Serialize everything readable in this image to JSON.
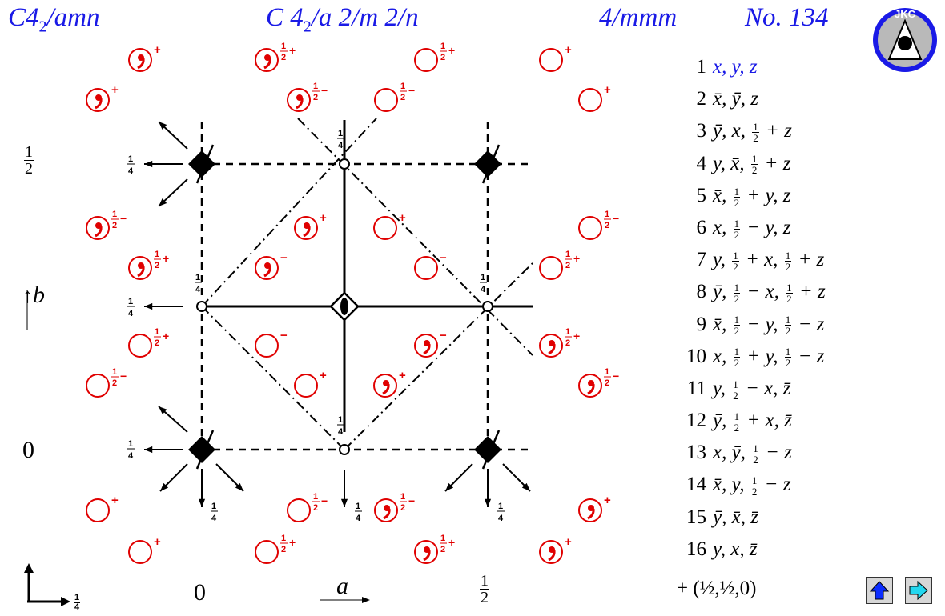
{
  "header": {
    "short_symbol": {
      "pre": "C4",
      "sub": "2",
      "post": "/amn"
    },
    "full_symbol": {
      "pre": "C 4",
      "sub": "2",
      "post": "/a 2/m 2/n"
    },
    "point_group": "4/mmm",
    "number": "No. 134"
  },
  "logo": {
    "text": "JKC",
    "colors": {
      "ring": "#1a1ae6",
      "disc": "#b9b9b9"
    }
  },
  "axes": {
    "a_label": "a",
    "b_label": "b",
    "y_half": {
      "num": "1",
      "den": "2"
    },
    "y_zero": "0",
    "x_zero": "0",
    "x_half": {
      "num": "1",
      "den": "2"
    },
    "corner_label": {
      "num": "1",
      "den": "4"
    }
  },
  "operators": [
    {
      "n": "1",
      "expr": "x, y, z"
    },
    {
      "n": "2",
      "expr": "x̄, ȳ, z"
    },
    {
      "n": "3",
      "expr": "ȳ, x, ½ + z"
    },
    {
      "n": "4",
      "expr": "y, x̄, ½ + z"
    },
    {
      "n": "5",
      "expr": "x̄, ½ + y, z"
    },
    {
      "n": "6",
      "expr": "x, ½ − y, z"
    },
    {
      "n": "7",
      "expr": "y, ½ + x, ½ + z"
    },
    {
      "n": "8",
      "expr": "ȳ, ½ − x, ½ + z"
    },
    {
      "n": "9",
      "expr": "x̄, ½ − y, ½ − z"
    },
    {
      "n": "10",
      "expr": "x, ½ + y, ½ − z"
    },
    {
      "n": "11",
      "expr": "y, ½ − x, z̄"
    },
    {
      "n": "12",
      "expr": "ȳ, ½ + x, z̄"
    },
    {
      "n": "13",
      "expr": "x, ȳ, ½ − z"
    },
    {
      "n": "14",
      "expr": "x̄, y, ½ − z"
    },
    {
      "n": "15",
      "expr": "ȳ, x̄, z̄"
    },
    {
      "n": "16",
      "expr": "y, x, z̄"
    }
  ],
  "centering": "+ (½,½,0)",
  "diagram": {
    "colors": {
      "positions": "#e00000",
      "elements": "#000000",
      "header": "#1a1ae6"
    },
    "height_labels": [
      "+",
      "−",
      "½+",
      "½−"
    ],
    "element_height_label": "¼"
  },
  "nav": {
    "up_icon": "up-arrow-icon",
    "next_icon": "right-arrow-icon",
    "colors": {
      "up": "#0a2cff",
      "next": "#23d7ef"
    }
  }
}
